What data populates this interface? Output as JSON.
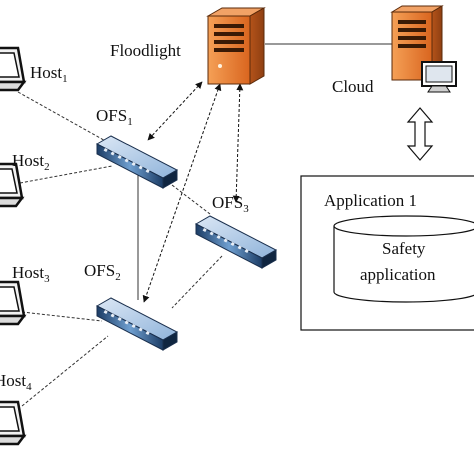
{
  "diagram": {
    "controller": {
      "label": "Floodlight",
      "icon": "server-icon",
      "color": "#e8772e"
    },
    "cloud": {
      "label": "Cloud",
      "icon": "server-with-monitor-icon",
      "color": "#e8772e"
    },
    "switches": [
      {
        "name": "OFS",
        "sub": "1",
        "icon": "network-switch-icon"
      },
      {
        "name": "OFS",
        "sub": "2",
        "icon": "network-switch-icon"
      },
      {
        "name": "OFS",
        "sub": "3",
        "icon": "network-switch-icon"
      }
    ],
    "hosts": [
      {
        "name": "Host",
        "sub": "1",
        "icon": "laptop-icon"
      },
      {
        "name": "Host",
        "sub": "2",
        "icon": "laptop-icon"
      },
      {
        "name": "Host",
        "sub": "3",
        "icon": "laptop-icon"
      },
      {
        "name": "Host",
        "sub": "4",
        "icon": "laptop-icon"
      }
    ],
    "application_box": {
      "title": "Application 1",
      "db_line1": "Safety",
      "db_line2": "application"
    },
    "arrow_icon": "double-arrow-vertical-icon",
    "switch_color": "#6f9fd0"
  }
}
